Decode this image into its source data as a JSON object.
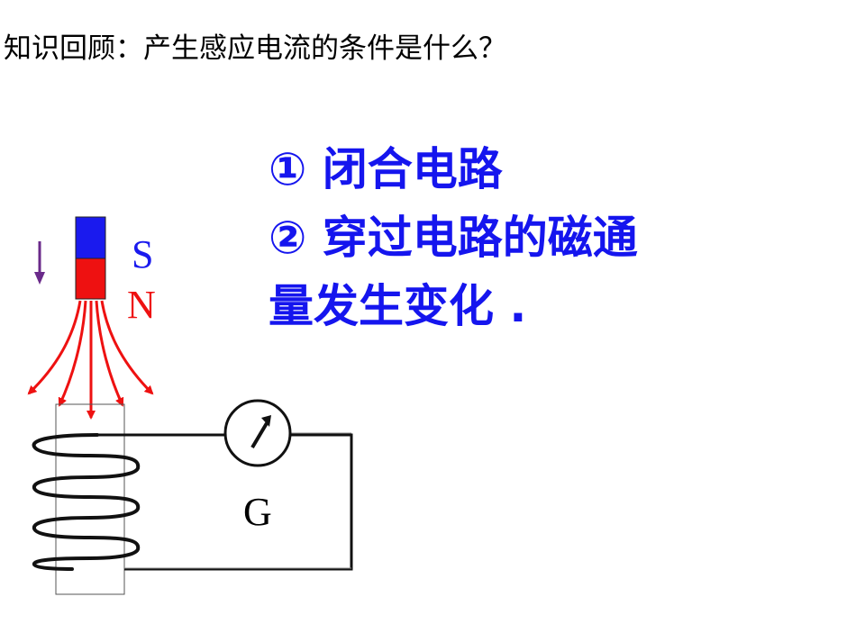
{
  "title": "知识回顾：产生感应电流的条件是什么？",
  "answer": {
    "line1": "① 闭合电路",
    "line2": "② 穿过电路的磁通",
    "line3": "量发生变化 ."
  },
  "diagram": {
    "magnet": {
      "south_label": "S",
      "north_label": "N",
      "south_color": "#1a1aee",
      "north_color": "#ee1111"
    },
    "motion_arrow_color": "#6a2a8a",
    "field_line_color": "#ee1111",
    "galvanometer_label": "G"
  },
  "colors": {
    "answer_text": "#1515ee",
    "title_text": "#000000"
  }
}
